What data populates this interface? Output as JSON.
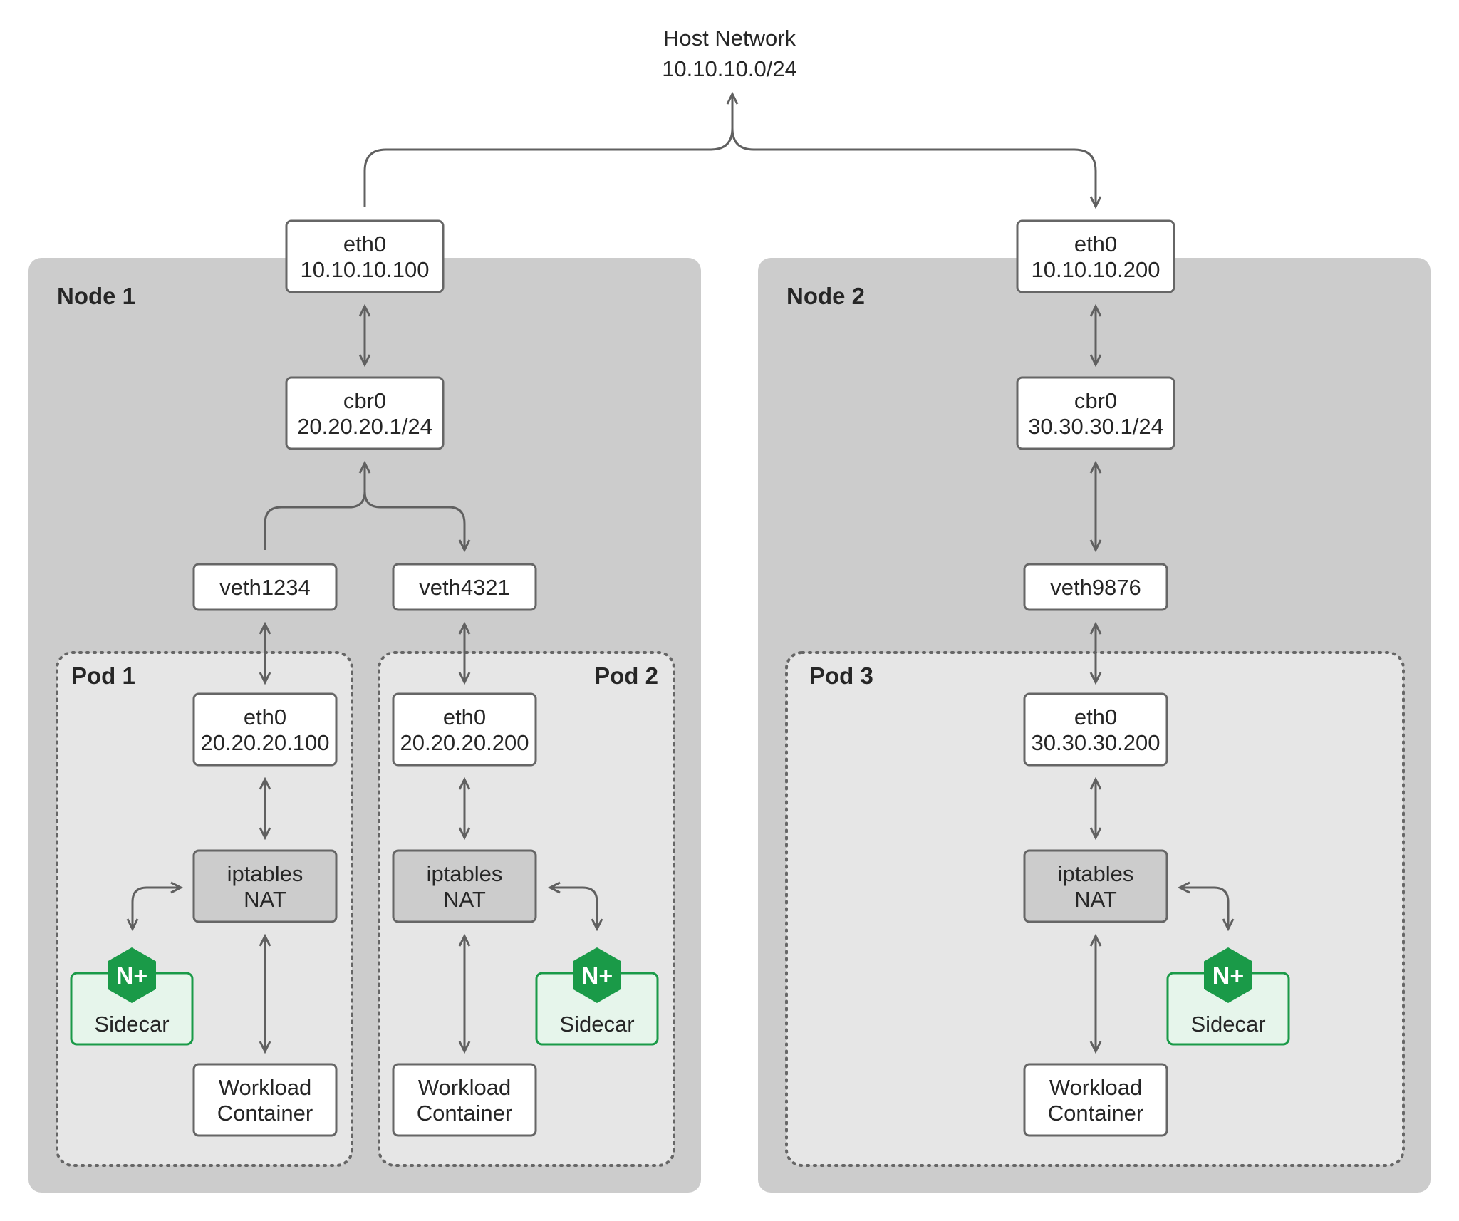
{
  "host_network": {
    "line1": "Host Network",
    "line2": "10.10.10.0/24"
  },
  "nodes": [
    {
      "title": "Node 1",
      "eth0": {
        "line1": "eth0",
        "line2": "10.10.10.100"
      },
      "cbr0": {
        "line1": "cbr0",
        "line2": "20.20.20.1/24"
      },
      "veths": [
        "veth1234",
        "veth4321"
      ],
      "pods": [
        {
          "title": "Pod 1",
          "eth0": {
            "line1": "eth0",
            "line2": "20.20.20.100"
          },
          "iptables": {
            "line1": "iptables",
            "line2": "NAT"
          },
          "sidecar": {
            "badge": "N+",
            "label": "Sidecar"
          },
          "workload": {
            "line1": "Workload",
            "line2": "Container"
          }
        },
        {
          "title": "Pod 2",
          "eth0": {
            "line1": "eth0",
            "line2": "20.20.20.200"
          },
          "iptables": {
            "line1": "iptables",
            "line2": "NAT"
          },
          "sidecar": {
            "badge": "N+",
            "label": "Sidecar"
          },
          "workload": {
            "line1": "Workload",
            "line2": "Container"
          }
        }
      ]
    },
    {
      "title": "Node 2",
      "eth0": {
        "line1": "eth0",
        "line2": "10.10.10.200"
      },
      "cbr0": {
        "line1": "cbr0",
        "line2": "30.30.30.1/24"
      },
      "veths": [
        "veth9876"
      ],
      "pods": [
        {
          "title": "Pod 3",
          "eth0": {
            "line1": "eth0",
            "line2": "30.30.30.200"
          },
          "iptables": {
            "line1": "iptables",
            "line2": "NAT"
          },
          "sidecar": {
            "badge": "N+",
            "label": "Sidecar"
          },
          "workload": {
            "line1": "Workload",
            "line2": "Container"
          }
        }
      ]
    }
  ],
  "colors": {
    "node_background": "#cccccc",
    "pod_background": "#e6e6e6",
    "sidecar_green": "#1a9a48",
    "sidecar_fill": "#e6f5eb",
    "arrow": "#606060"
  }
}
